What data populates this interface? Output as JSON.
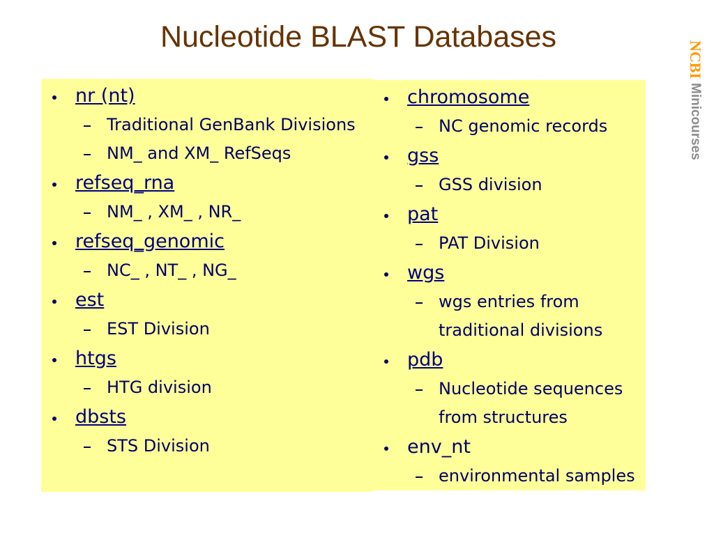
{
  "slide": {
    "title": "Nucleotide BLAST Databases",
    "brand": {
      "org": "NCBI",
      "series": "Minicourses"
    }
  },
  "colors": {
    "title": "#663300",
    "panel": "#FFFF99",
    "link": "#000080",
    "text": "#000066",
    "brand_org": "#FF9900",
    "brand_series": "#8C8C8C"
  },
  "left_column": [
    {
      "name": "nr (nt)",
      "link": true,
      "details": [
        "Traditional GenBank Divisions",
        "NM_ and XM_ RefSeqs"
      ]
    },
    {
      "name": "refseq_rna",
      "link": true,
      "details": [
        "NM_ , XM_ , NR_"
      ]
    },
    {
      "name": "refseq_genomic",
      "link": true,
      "details": [
        "NC_ , NT_ , NG_"
      ]
    },
    {
      "name": "est",
      "link": true,
      "details": [
        "EST Division"
      ]
    },
    {
      "name": "htgs",
      "link": true,
      "details": [
        "HTG division"
      ]
    },
    {
      "name": "dbsts",
      "link": true,
      "details": [
        "STS Division"
      ]
    }
  ],
  "right_column": [
    {
      "name": "chromosome",
      "link": true,
      "details": [
        "NC genomic records"
      ]
    },
    {
      "name": "gss",
      "link": true,
      "details": [
        "GSS division"
      ]
    },
    {
      "name": "pat",
      "link": true,
      "details": [
        "PAT Division"
      ]
    },
    {
      "name": "wgs",
      "link": true,
      "details": [
        "wgs entries from traditional divisions"
      ]
    },
    {
      "name": "pdb",
      "link": true,
      "details": [
        "Nucleotide sequences from structures"
      ]
    },
    {
      "name": "env_nt",
      "link": false,
      "details": [
        "environmental samples"
      ]
    }
  ]
}
